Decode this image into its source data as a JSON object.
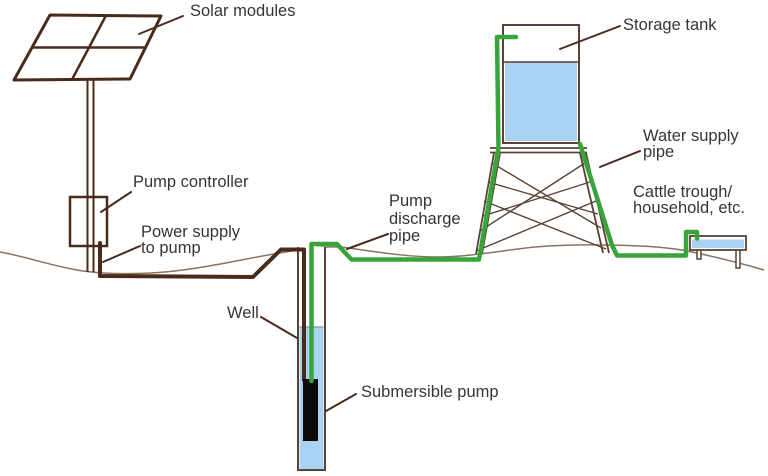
{
  "labels": {
    "solar_modules": "Solar modules",
    "pump_controller": "Pump controller",
    "power_supply_line1": "Power supply",
    "power_supply_line2": "to pump",
    "well": "Well",
    "submersible_pump": "Submersible pump",
    "pump_discharge_line1": "Pump",
    "pump_discharge_line2": "discharge",
    "pump_discharge_line3": "pipe",
    "storage_tank": "Storage tank",
    "water_supply_line1": "Water supply",
    "water_supply_line2": "pipe",
    "cattle_trough_line1": "Cattle trough/",
    "cattle_trough_line2": "household, etc."
  },
  "colors": {
    "background": "#ffffff",
    "outline": "#4a2b1b",
    "structure": "#5a4234",
    "thin_line": "#8b7262",
    "pipe_green": "#3aa43c",
    "water_blue": "#a9d2f2",
    "water_surface": "#7a97ad",
    "pump_black": "#0b0b0b",
    "text": "#3a3430"
  }
}
